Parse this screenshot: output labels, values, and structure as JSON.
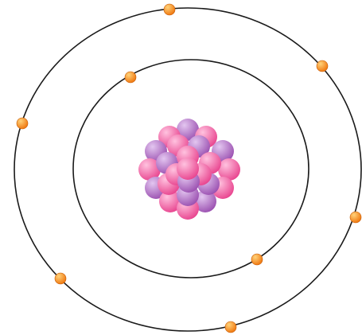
{
  "diagram": {
    "subject": "atom-model",
    "orbits": [
      {
        "name": "inner-orbit",
        "electrons": 2
      },
      {
        "name": "outer-orbit",
        "electrons": 6
      }
    ],
    "nucleus": {
      "particles": 24
    },
    "colors": {
      "orbit": "#1a1a1a",
      "electron": "#f07a12",
      "electron_highlight": "#ffd27a",
      "proton": "#e8438e",
      "proton_highlight": "#ffc2df",
      "neutron": "#9a4fb0",
      "neutron_highlight": "#e3c6f0",
      "background": "#ffffff"
    }
  }
}
